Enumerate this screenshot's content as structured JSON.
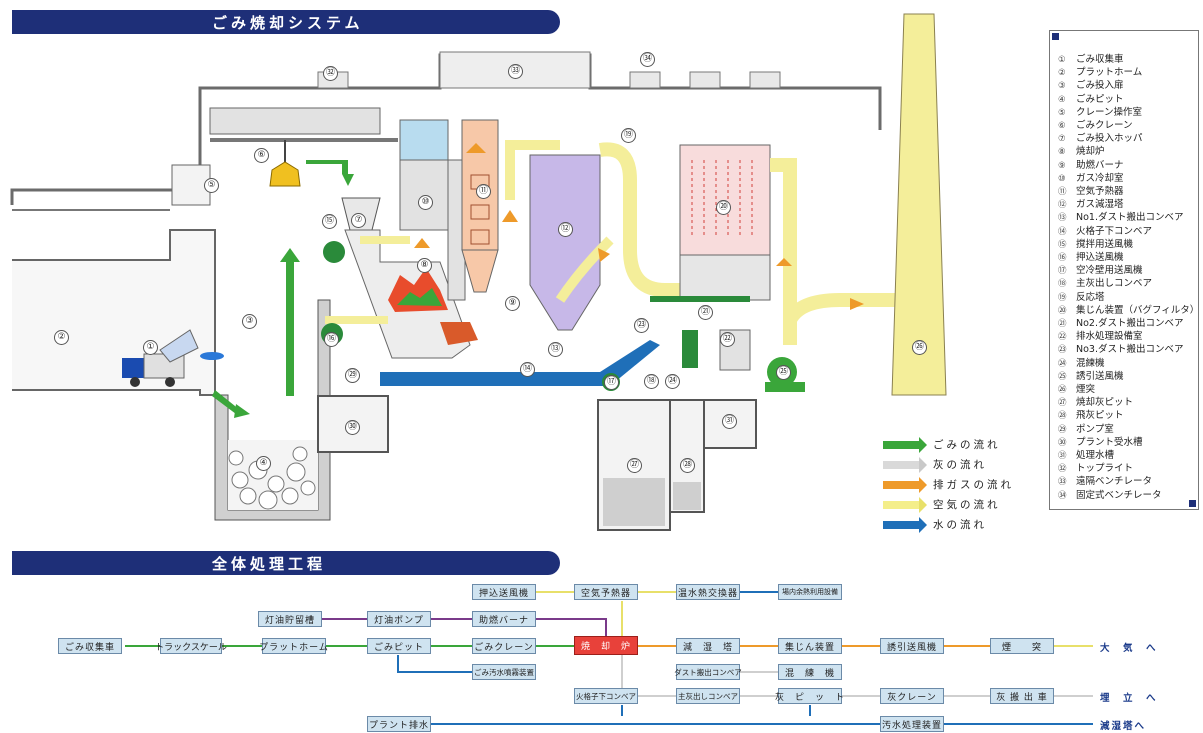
{
  "titles": {
    "top": "ごみ焼却システム",
    "bottom": "全体処理工程"
  },
  "legend": {
    "items": [
      {
        "num": "①",
        "label": "ごみ収集車"
      },
      {
        "num": "②",
        "label": "プラットホーム"
      },
      {
        "num": "③",
        "label": "ごみ投入扉"
      },
      {
        "num": "④",
        "label": "ごみピット"
      },
      {
        "num": "⑤",
        "label": "クレーン操作室"
      },
      {
        "num": "⑥",
        "label": "ごみクレーン"
      },
      {
        "num": "⑦",
        "label": "ごみ投入ホッパ"
      },
      {
        "num": "⑧",
        "label": "焼却炉"
      },
      {
        "num": "⑨",
        "label": "助燃バーナ"
      },
      {
        "num": "⑩",
        "label": "ガス冷却室"
      },
      {
        "num": "⑪",
        "label": "空気予熱器"
      },
      {
        "num": "⑫",
        "label": "ガス減湿塔"
      },
      {
        "num": "⑬",
        "label": "No1.ダスト搬出コンベア"
      },
      {
        "num": "⑭",
        "label": "火格子下コンベア"
      },
      {
        "num": "⑮",
        "label": "撹拌用送風機"
      },
      {
        "num": "⑯",
        "label": "押込送風機"
      },
      {
        "num": "⑰",
        "label": "空冷壁用送風機"
      },
      {
        "num": "⑱",
        "label": "主灰出しコンベア"
      },
      {
        "num": "⑲",
        "label": "反応塔"
      },
      {
        "num": "⑳",
        "label": "集じん装置（バグフィルタ）"
      },
      {
        "num": "㉑",
        "label": "No2.ダスト搬出コンベア"
      },
      {
        "num": "㉒",
        "label": "排水処理設備室"
      },
      {
        "num": "㉓",
        "label": "No3.ダスト搬出コンベア"
      },
      {
        "num": "㉔",
        "label": "混練機"
      },
      {
        "num": "㉕",
        "label": "誘引送風機"
      },
      {
        "num": "㉖",
        "label": "煙突"
      },
      {
        "num": "㉗",
        "label": "焼却灰ピット"
      },
      {
        "num": "㉘",
        "label": "飛灰ピット"
      },
      {
        "num": "㉙",
        "label": "ポンプ室"
      },
      {
        "num": "㉚",
        "label": "プラント受水槽"
      },
      {
        "num": "㉛",
        "label": "処理水槽"
      },
      {
        "num": "㉜",
        "label": "トップライト"
      },
      {
        "num": "㉝",
        "label": "遠隔ベンチレータ"
      },
      {
        "num": "㉞",
        "label": "固定式ベンチレータ"
      }
    ]
  },
  "flow_key": [
    {
      "label": "ごみの流れ",
      "color": "#3aa63a"
    },
    {
      "label": "灰の流れ",
      "color": "#d9d9d9"
    },
    {
      "label": "排ガスの流れ",
      "color": "#ee9a2a"
    },
    {
      "label": "空気の流れ",
      "color": "#f4ee8a"
    },
    {
      "label": "水の流れ",
      "color": "#1f6fb8"
    }
  ],
  "markers": [
    "①",
    "②",
    "③",
    "④",
    "⑤",
    "⑥",
    "⑦",
    "⑧",
    "⑨",
    "⑩",
    "⑪",
    "⑫",
    "⑬",
    "⑭",
    "⑮",
    "⑯",
    "⑰",
    "⑱",
    "⑲",
    "⑳",
    "㉑",
    "㉒",
    "㉓",
    "㉔",
    "㉕",
    "㉖",
    "㉗",
    "㉘",
    "㉙",
    "㉚",
    "㉛",
    "㉜",
    "㉝",
    "㉞"
  ],
  "process": {
    "boxes": {
      "oshikomi": "押込送風機",
      "kuki_yonetsu": "空気予熱器",
      "onsui": "温水熱交換器",
      "jonai": "場内余熱利用設備",
      "toyu_chozo": "灯油貯留槽",
      "toyu_pump": "灯油ポンプ",
      "jonen": "助燃バーナ",
      "shushu": "ごみ収集車",
      "truck_scale": "トラックスケール",
      "platform": "プラットホーム",
      "gomi_pit": "ごみピット",
      "gomi_crane": "ごみクレーン",
      "shokyakuro": "焼　却　炉",
      "genshitsu": "減　湿　塔",
      "shujin": "集じん装置",
      "yuin": "誘引送風機",
      "entotsu": "煙　　突",
      "osui_funmu": "ごみ汚水噴霧装置",
      "dust_conv": "ダスト搬出コンベア",
      "konren": "混　練　機",
      "hikoshi": "火格子下コンベア",
      "shubai": "主灰出しコンベア",
      "hai_pit": "灰　ピ　ッ　ト",
      "hai_crane": "灰クレーン",
      "hai_hanshutsu": "灰 搬 出 車",
      "plant_haisui": "プラント排水",
      "osui_shori": "汚水処理装置"
    },
    "outputs": {
      "taiki": "大　気　へ",
      "umetate": "埋　立　へ",
      "genshitsu_he": "減湿塔へ"
    }
  }
}
